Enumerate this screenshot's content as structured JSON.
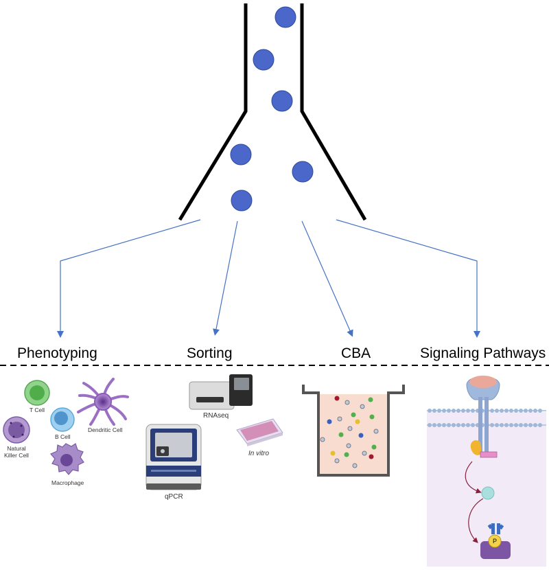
{
  "headings": {
    "phenotyping": "Phenotyping",
    "sorting": "Sorting",
    "cba": "CBA",
    "signaling": "Signaling Pathways"
  },
  "phenotyping": {
    "t_cell": "T Cell",
    "b_cell": "B Cell",
    "dendritic_cell": "Dendritic Cell",
    "nk_cell_line1": "Natural",
    "nk_cell_line2": "Killer Cell",
    "macrophage": "Macrophage"
  },
  "sorting": {
    "rnaseq": "RNAseq",
    "in_vitro": "In vitro",
    "qpcr": "qPCR"
  },
  "signaling": {
    "phospho_label": "P"
  },
  "colors": {
    "particle": "#4a67c9",
    "particle_stroke": "#2d4a9c",
    "arrow": "#4472c4",
    "t_cell": "#6fc06a",
    "b_cell": "#5aa9dc",
    "nk_cell": "#8a6fb0",
    "dendritic": "#9b6fc4",
    "macrophage": "#8a6ab5",
    "cba_well_fill": "#f8dccf",
    "signaling_bg": "#f2eaf6",
    "membrane": "#9fb8d8",
    "receptor_top": "#e9a89a",
    "receptor_body": "#8ea6cf",
    "kinase": "#f0b42f",
    "adaptor": "#e48fc9",
    "messenger": "#a9e0df",
    "target": "#7d55a5",
    "pathway_arrow": "#8a1f3e"
  }
}
